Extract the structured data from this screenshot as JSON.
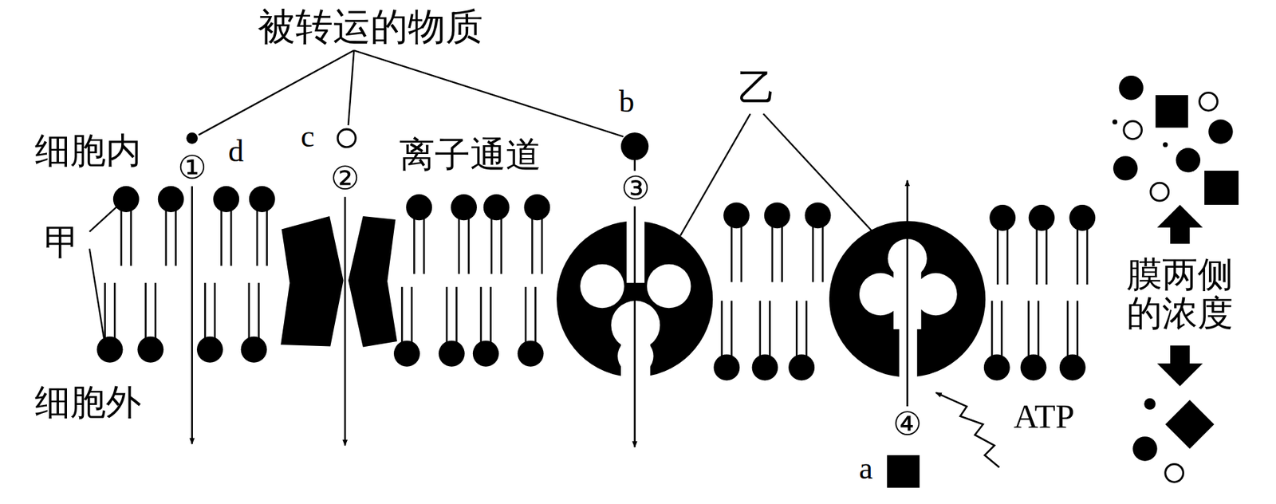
{
  "diagram": {
    "labels": [
      "被转运的物质",
      "细胞内",
      "甲",
      "细胞外",
      "d",
      "c",
      "b",
      "a",
      "①",
      "②",
      "③",
      "④",
      "离子通道",
      "乙",
      "ATP",
      "膜两侧 的浓度"
    ]
  }
}
